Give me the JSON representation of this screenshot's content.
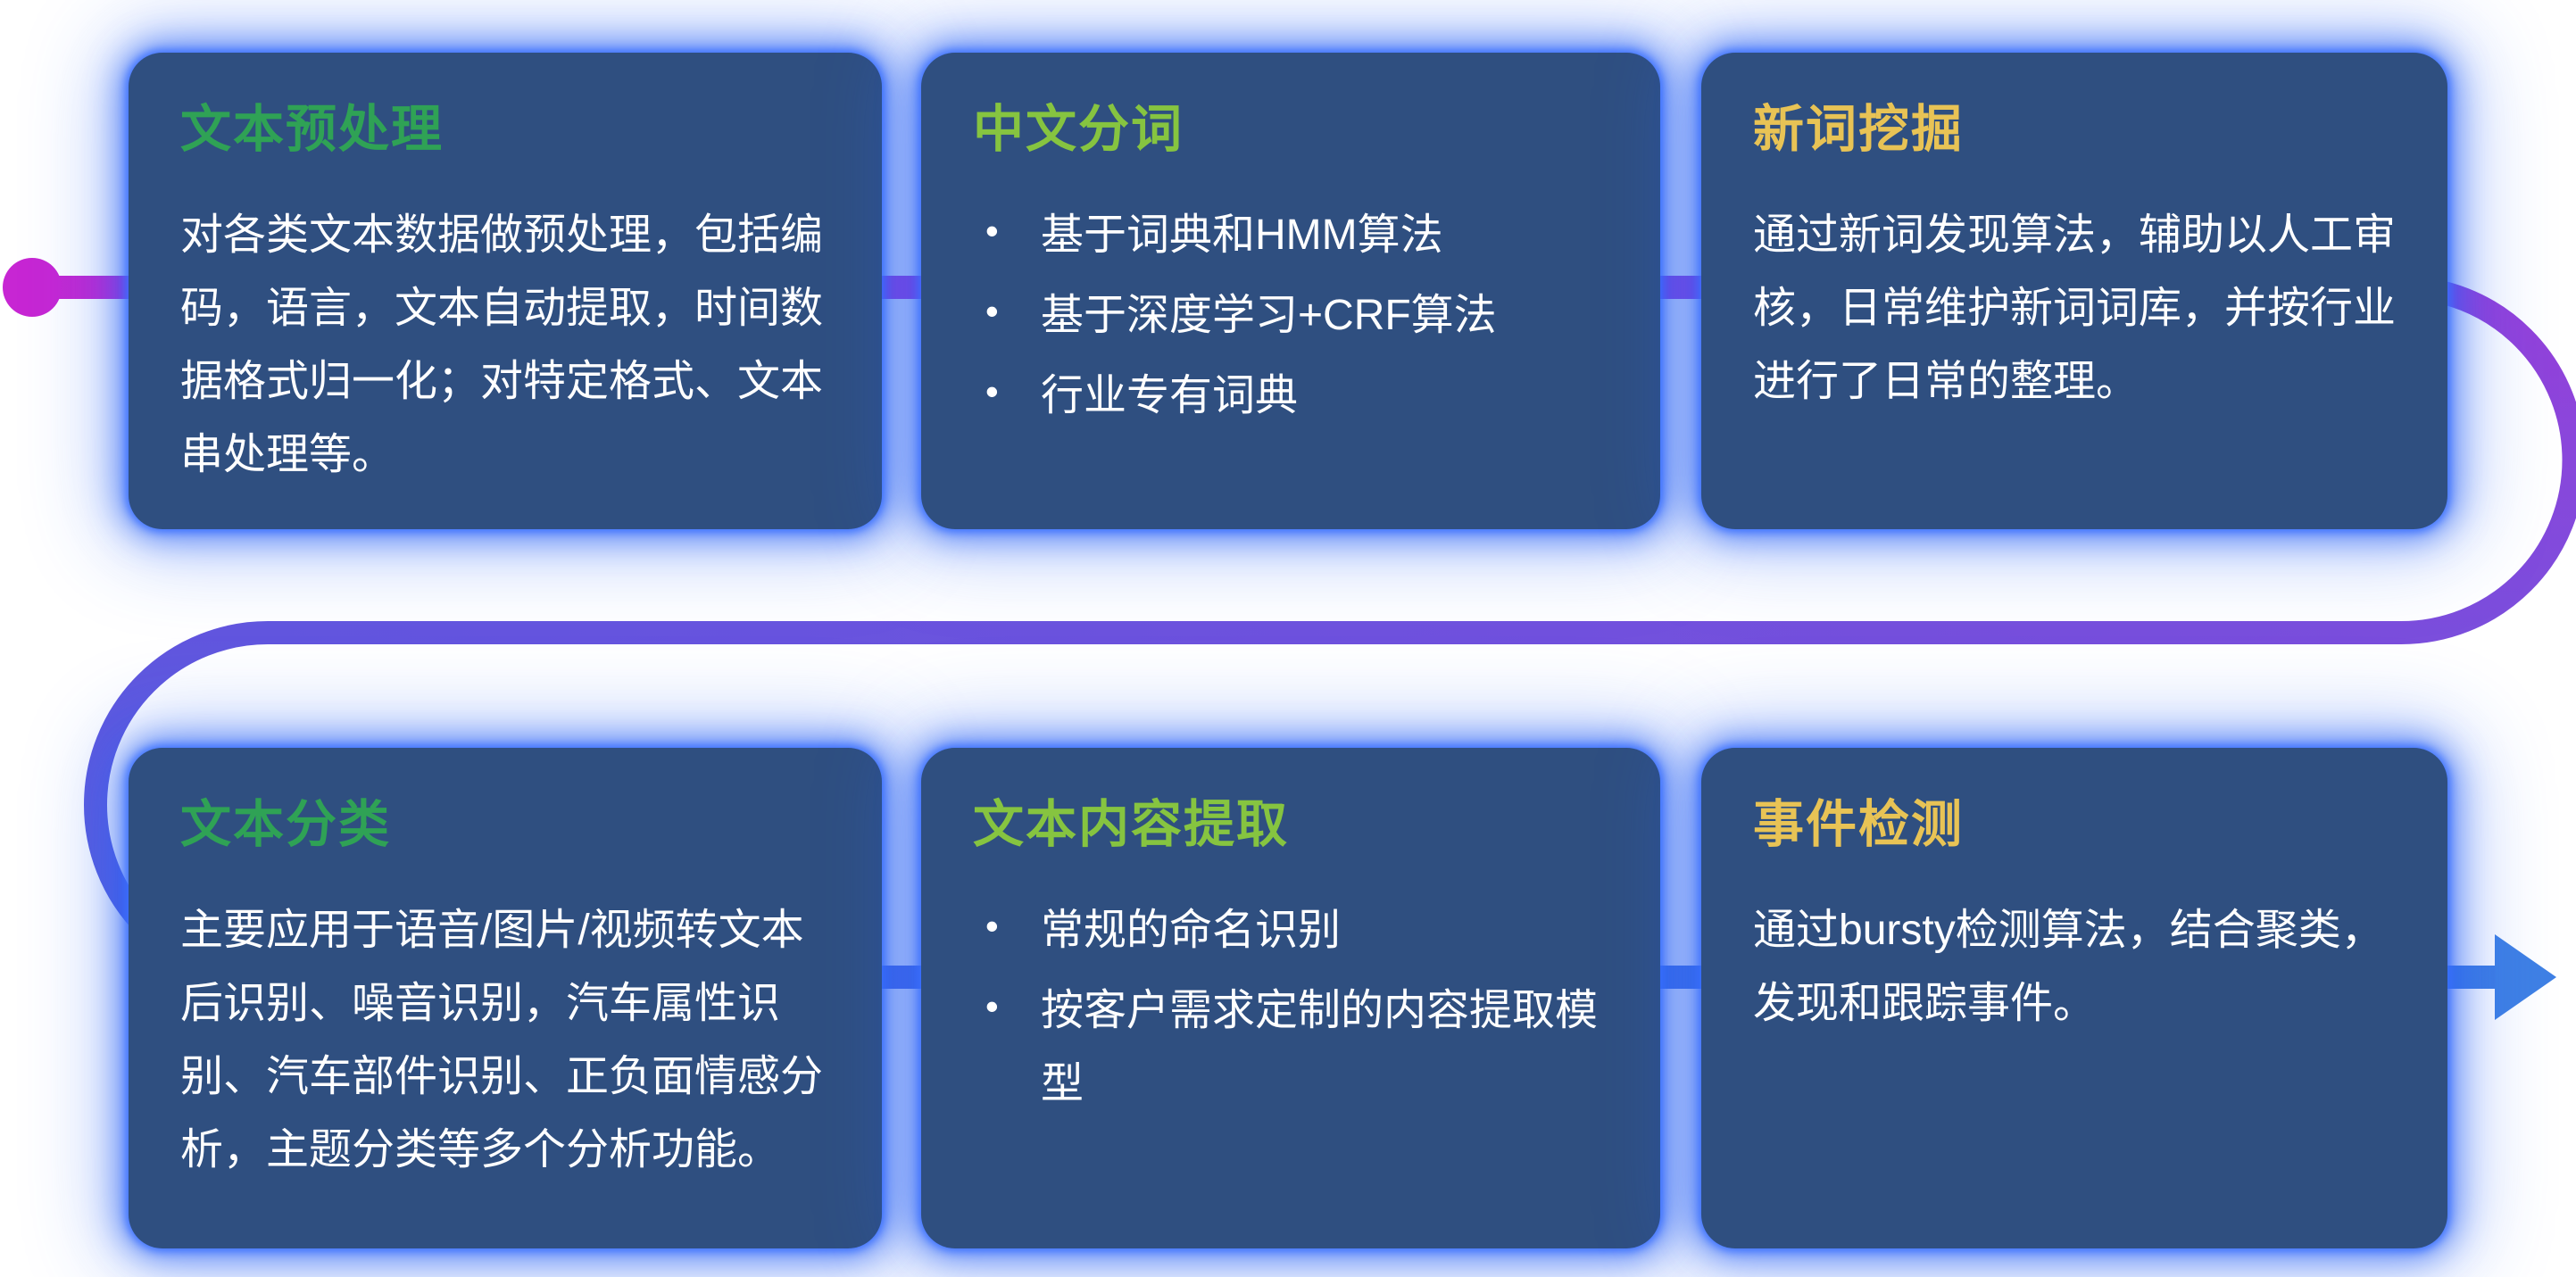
{
  "style": {
    "background": "#ffffff",
    "card_bg": "#2f4f80",
    "glow_color": "#2c64f5",
    "body_text_color": "#ffffff"
  },
  "flow": {
    "dot_color": "#c726d3",
    "arrow_color": "#3f80e4",
    "colors": {
      "magenta": "#c627d1",
      "purple": "#9640da",
      "deep_purple": "#7b4edc",
      "blue_purple": "#6256de",
      "mid_blue": "#5362e0",
      "blue": "#3f7ee3"
    }
  },
  "cards": [
    {
      "id": "text-preprocessing",
      "title": "文本预处理",
      "title_color": "#2fa255",
      "body": "对各类文本数据做预处理，包括编码，语言，文本自动提取，时间数据格式归一化；对特定格式、文本串处理等。"
    },
    {
      "id": "chinese-word-segmentation",
      "title": "中文分词",
      "title_color": "#86c440",
      "bullets": [
        "基于词典和HMM算法",
        "基于深度学习+CRF算法",
        "行业专有词典"
      ]
    },
    {
      "id": "new-word-mining",
      "title": "新词挖掘",
      "title_color": "#e8c355",
      "body": "通过新词发现算法，辅助以人工审核，日常维护新词词库，并按行业进行了日常的整理。"
    },
    {
      "id": "text-classification",
      "title": "文本分类",
      "title_color": "#2fa255",
      "body": "主要应用于语音/图片/视频转文本后识别、噪音识别，汽车属性识别、汽车部件识别、正负面情感分析，主题分类等多个分析功能。"
    },
    {
      "id": "text-content-extraction",
      "title": "文本内容提取",
      "title_color": "#86c440",
      "bullets": [
        "常规的命名识别",
        "按客户需求定制的内容提取模型"
      ]
    },
    {
      "id": "event-detection",
      "title": "事件检测",
      "title_color": "#e8c355",
      "body": "通过bursty检测算法，结合聚类，发现和跟踪事件。"
    }
  ]
}
